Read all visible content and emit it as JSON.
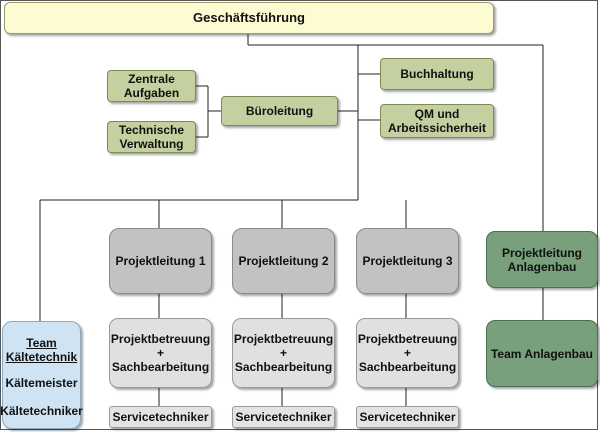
{
  "chart": {
    "ceo": "Geschäftsführung",
    "staff": {
      "buero": "Büroleitung",
      "zentrale": "Zentrale\nAufgaben",
      "technische": "Technische\nVerwaltung",
      "buchhaltung": "Buchhaltung",
      "qm": "QM und\nArbeitssicherheit"
    },
    "projects": [
      {
        "lead": "Projektleitung 1",
        "support": "Projektbetreuung\n+\nSachbearbeitung",
        "service": "Servicetechniker"
      },
      {
        "lead": "Projektleitung 2",
        "support": "Projektbetreuung\n+\nSachbearbeitung",
        "service": "Servicetechniker"
      },
      {
        "lead": "Projektleitung 3",
        "support": "Projektbetreuung\n+\nSachbearbeitung",
        "service": "Servicetechniker"
      }
    ],
    "anlagenbau": {
      "lead": "Projektleitung\nAnlagenbau",
      "team": "Team Anlagenbau"
    },
    "kaeltetechnik": {
      "title": "Team\nKältetechnik",
      "members": [
        "Kältemeister",
        "Kältetechniker"
      ]
    }
  },
  "colors": {
    "ceo": "#fdfbd2",
    "staff": "#c5d0a0",
    "project_lead": "#c2c2c2",
    "project_support": "#e0e0e0",
    "anlagenbau": "#78a07c",
    "kaeltetechnik": "#cfe3f2"
  }
}
